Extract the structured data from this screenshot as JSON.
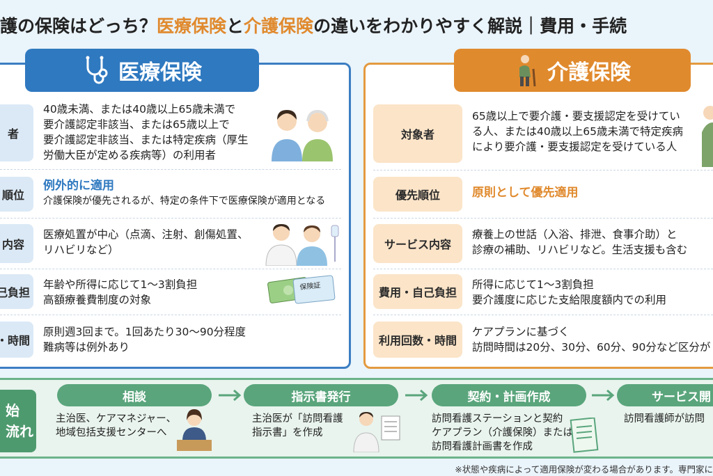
{
  "title": {
    "part1": "護の保険はどっち？",
    "part2": "医療保険",
    "part3": "と",
    "part4": "介護保険",
    "part5": "の違いをわかりやすく解説｜費用・手続"
  },
  "medical": {
    "heading": "医療保険",
    "rows": [
      {
        "label": "者",
        "lines": [
          "40歳未満、または40歳以上65歳未満で",
          "要介護認定非該当、または65歳以上で",
          "要介護認定非該当、または特定疾病（厚生",
          "労働大臣が定める疾病等）の利用者"
        ]
      },
      {
        "label": "順位",
        "highlight": "例外的に適用",
        "lines": [
          "介護保険が優先されるが、特定の条件下で医療保険が適用となる"
        ]
      },
      {
        "label": "内容",
        "lines": [
          "医療処置が中心（点滴、注射、創傷処置、",
          "リハビリなど）"
        ]
      },
      {
        "label": "己負担",
        "lines": [
          "年齢や所得に応じて1〜3割負担",
          "高額療養費制度の対象"
        ]
      },
      {
        "label": "・時間",
        "lines": [
          "原則週3回まで。1回あたり30〜90分程度",
          "難病等は例外あり"
        ]
      }
    ],
    "card_text": "保険証"
  },
  "care": {
    "heading": "介護保険",
    "rows": [
      {
        "label": "対象者",
        "lines": [
          "65歳以上で要介護・要支援認定を受けてい",
          "る人、または40歳以上65歳未満で特定疾病",
          "により要介護・要支援認定を受けている人"
        ]
      },
      {
        "label": "優先順位",
        "highlight": "原則として優先適用",
        "lines": []
      },
      {
        "label": "サービス内容",
        "lines": [
          "療養上の世話（入浴、排泄、食事介助）と",
          "診療の補助、リハビリなど。生活支援も含む"
        ]
      },
      {
        "label": "費用・自己負担",
        "lines": [
          "所得に応じて1〜3割負担",
          "要介護度に応じた支給限度額内での利用"
        ]
      },
      {
        "label": "利用回数・時間",
        "lines": [
          "ケアプランに基づく",
          "訪問時間は20分、30分、60分、90分など区分が"
        ]
      }
    ]
  },
  "flow": {
    "title_lines": [
      "始",
      "流れ"
    ],
    "steps": [
      {
        "head": "相談",
        "lines": [
          "主治医、ケアマネジャー、",
          "地域包括支援センターへ"
        ]
      },
      {
        "head": "指示書発行",
        "lines": [
          "主治医が「訪問看護",
          "指示書」を作成"
        ]
      },
      {
        "head": "契約・計画作成",
        "lines": [
          "訪問看護ステーションと契約",
          "ケアプラン（介護保険）または",
          "訪問看護計画書を作成"
        ]
      },
      {
        "head": "サービス開",
        "lines": [
          "訪問看護師が訪問"
        ]
      }
    ]
  },
  "footnote": "※状態や疾病によって適用保険が変わる場合があります。専門家に",
  "colors": {
    "medical_blue": "#2f79c0",
    "care_orange": "#e08a2e",
    "flow_green": "#5aa57c"
  }
}
